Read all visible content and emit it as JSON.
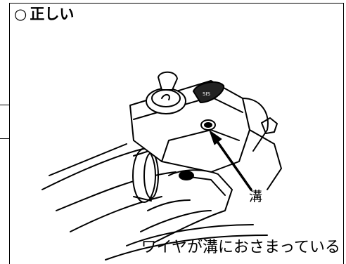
{
  "figure": {
    "mark": "○",
    "title": "正しい",
    "label_groove": "溝",
    "caption": "ワイヤが溝におさまっている",
    "icon": "shifter-lever-drawing"
  },
  "colors": {
    "ink": "#000000",
    "paper": "#ffffff"
  }
}
